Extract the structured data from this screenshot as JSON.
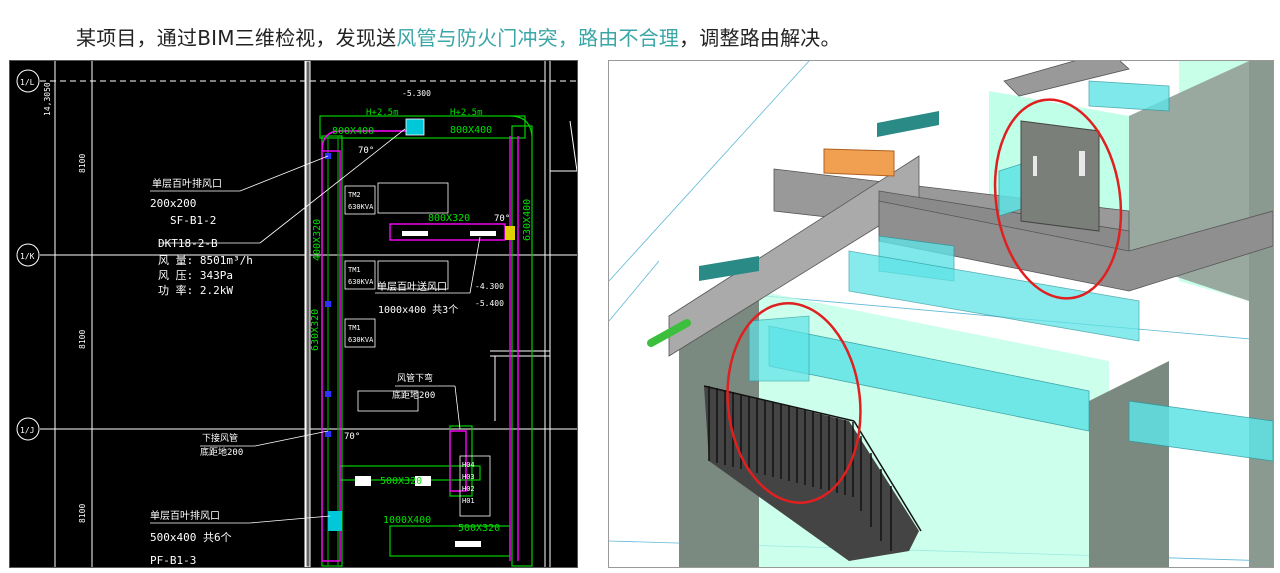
{
  "caption": {
    "prefix": "某项目，通过BIM三维检视，发现送",
    "highlight": "风管与防火门冲突，路由不合理",
    "suffix": "，调整路由解决。"
  },
  "cad": {
    "dims": [
      "14,3050",
      "8100",
      "8100",
      "8100"
    ],
    "grid_bubbles": [
      "1/L",
      "1/K",
      "1/J"
    ],
    "labels": {
      "exhaust_title": "单层百叶排风口",
      "exhaust_size": "200x200",
      "exhaust_code": "SF-B1-2",
      "fan_code": "DKT18-2-B",
      "fan_airflow": "风 量: 8501m³/h",
      "fan_pressure": "风 压: 343Pa",
      "fan_power": "功 率: 2.2kW",
      "supply_title": "单层百叶送风口",
      "supply_size": "1000x400 共3个",
      "duct_down": "风管下弯",
      "duct_down_elev": "底距地200",
      "down_pipe": "下接风管",
      "down_pipe_elev": "底距地200",
      "bottom_title": "单层百叶排风口",
      "bottom_size": "500x400 共6个",
      "bottom_code": "PF-B1-3",
      "duct_800x400": "800X400",
      "duct_800x400b": "800X400",
      "duct_800x320": "800X320",
      "duct_500x320": "500X320",
      "duct_500x320b": "500X320",
      "duct_1000x400": "1000X400",
      "duct_400x320": "400X320",
      "duct_630x320": "630X320",
      "duct_630x400": "630X400",
      "angle_70a": "70°",
      "angle_70b": "70°",
      "angle_70c": "70°",
      "elev_1": "H+2.5m",
      "elev_2": "H+2.5m",
      "elev_3": "-5.300",
      "elev_4": "-4.300",
      "elev_5": "-5.400",
      "tm1": "TM2",
      "tm1_kva": "630KVA",
      "tm2": "TM1",
      "tm2_kva": "630KVA",
      "tm3": "TM1",
      "tm3_kva": "630KVA",
      "h_codes": [
        "H04",
        "H03",
        "H02",
        "H01"
      ]
    }
  },
  "colors": {
    "highlight": "#3aa6a6",
    "duct_cyan": "#5fe3e6",
    "cad_green": "#00e000",
    "cad_magenta": "#ff00ff",
    "circle_red": "#e02020"
  }
}
